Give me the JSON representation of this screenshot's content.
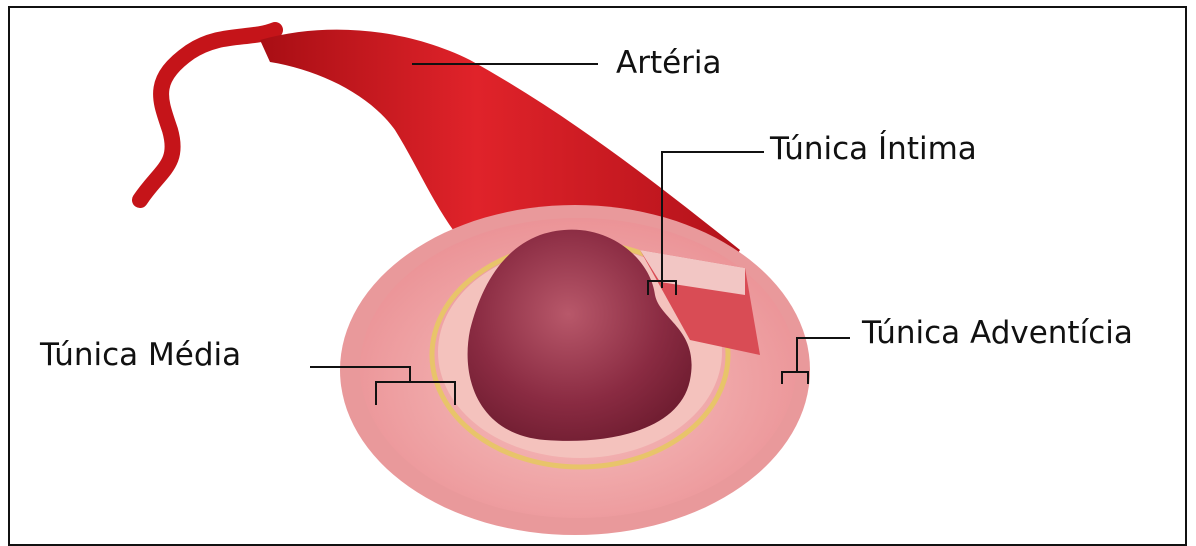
{
  "labels": {
    "arteria": "Artéria",
    "intima": "Túnica Íntima",
    "media": "Túnica Média",
    "adventicia": "Túnica Adventícia"
  },
  "colors": {
    "artery_red": "#c8141a",
    "tissue_pink": "#f0a2a4",
    "lumen": "#8e2f45",
    "leader": "#111111"
  }
}
